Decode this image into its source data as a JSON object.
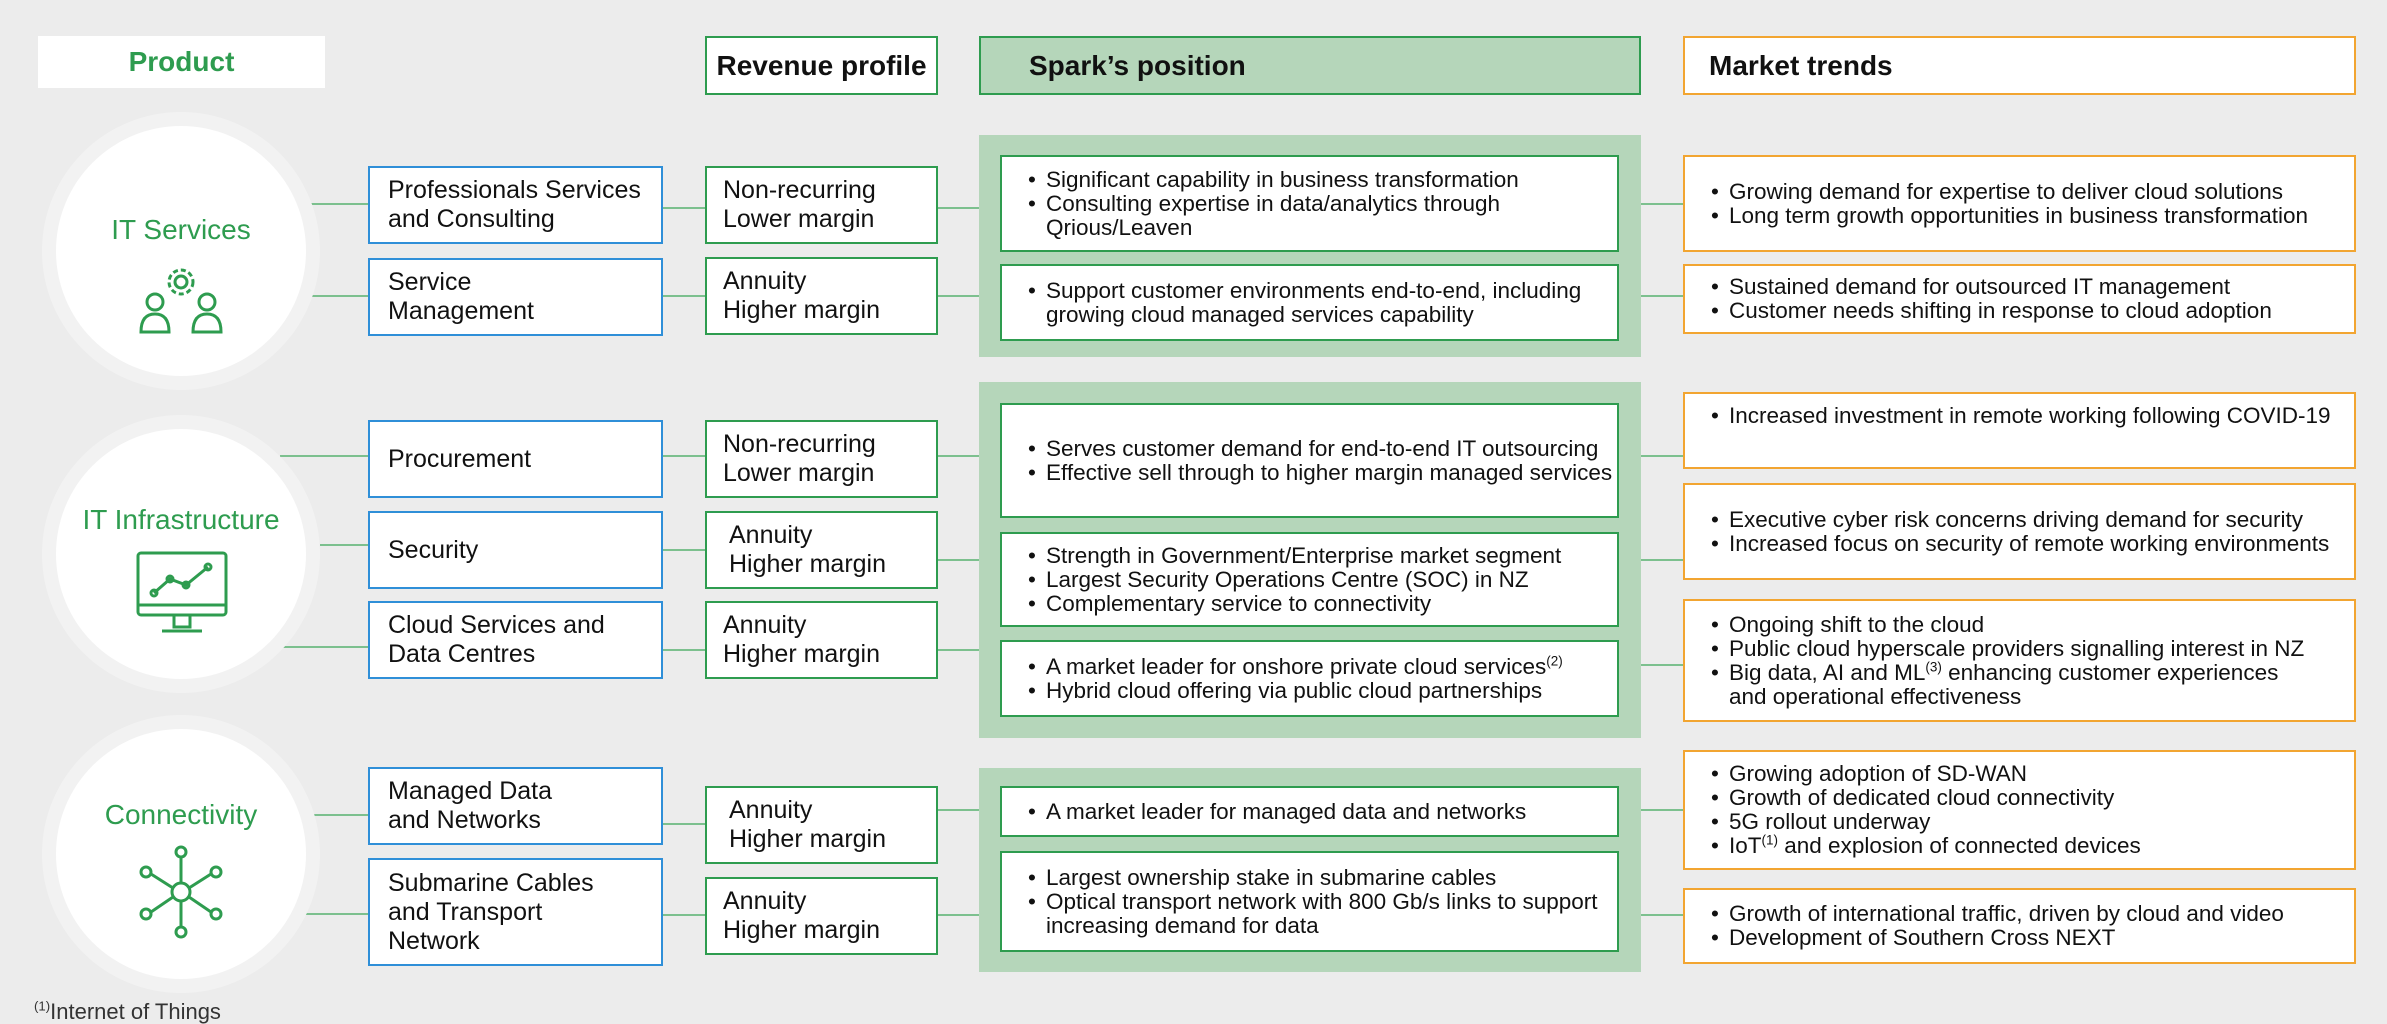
{
  "headers": {
    "product": "Product",
    "revenue": "Revenue profile",
    "position": "Spark’s position",
    "trends": "Market trends"
  },
  "products": [
    {
      "name": "IT Services",
      "icon": "people-gear-icon"
    },
    {
      "name": "IT Infrastructure",
      "icon": "monitor-chart-icon"
    },
    {
      "name": "Connectivity",
      "icon": "network-nodes-icon"
    }
  ],
  "offerings": [
    {
      "line1": "Professionals Services",
      "line2": "and Consulting",
      "line3": "",
      "rev1": "Non-recurring",
      "rev2": "Lower margin"
    },
    {
      "line1": "Service",
      "line2": "Management",
      "line3": "",
      "rev1": "Annuity",
      "rev2": "Higher margin"
    },
    {
      "line1": "Procurement",
      "line2": "",
      "line3": "",
      "rev1": "Non-recurring",
      "rev2": "Lower margin"
    },
    {
      "line1": "Security",
      "line2": "",
      "line3": "",
      "rev1": "Annuity",
      "rev2": "Higher margin"
    },
    {
      "line1": "Cloud Services and",
      "line2": "Data Centres",
      "line3": "",
      "rev1": "Annuity",
      "rev2": "Higher margin"
    },
    {
      "line1": "Managed Data",
      "line2": "and Networks",
      "line3": "",
      "rev1": "Annuity",
      "rev2": "Higher margin"
    },
    {
      "line1": "Submarine Cables",
      "line2": "and Transport",
      "line3": "Network",
      "rev1": "Annuity",
      "rev2": "Higher margin"
    }
  ],
  "positions": [
    [
      "Significant capability in business transformation",
      "Consulting expertise in data/analytics through Qrious/Leaven"
    ],
    [
      "Support customer environments end-to-end, including growing cloud managed services capability"
    ],
    [
      "Serves customer demand for end-to-end IT outsourcing",
      "Effective sell through to higher margin managed services"
    ],
    [
      "Strength in Government/Enterprise market segment",
      "Largest Security Operations Centre (SOC) in NZ",
      "Complementary service to connectivity"
    ],
    [
      "A market leader for onshore private cloud services",
      "Hybrid cloud offering via public cloud partnerships"
    ],
    [
      "A market leader for managed data and networks"
    ],
    [
      "Largest ownership stake in submarine cables",
      "Optical transport network with 800 Gb/s links to support increasing demand for data"
    ]
  ],
  "trends": [
    [
      "Growing demand for expertise to deliver cloud solutions",
      "Long term growth opportunities in business transformation"
    ],
    [
      "Sustained demand for outsourced IT management",
      "Customer needs shifting in response to cloud adoption"
    ],
    [
      "Increased investment in remote working following COVID-19"
    ],
    [
      "Executive cyber risk concerns driving demand for security",
      "Increased focus on security of remote working environments"
    ],
    [
      "Ongoing shift to the cloud",
      "Public cloud hyperscale providers signalling interest in NZ",
      "Big data, AI and ML",
      "and operational effectiveness"
    ],
    [
      "Growing adoption of SD-WAN",
      "Growth of dedicated cloud connectivity",
      "5G rollout underway",
      "IoT",
      " and explosion of connected devices"
    ],
    [
      "Growth of international traffic, driven by cloud and video",
      "Development of Southern Cross NEXT"
    ]
  ],
  "footnotes": {
    "sup2": "(2)",
    "sup3": "(3)",
    "sup1": "(1)",
    "ml_tail": " enhancing customer experiences",
    "footnote1_mark": "(1)",
    "footnote1_text": "Internet of Things"
  },
  "colors": {
    "green": "#2e9c4f",
    "blue": "#2f8fd8",
    "orange": "#f2a531",
    "panel": "#b5d6ba",
    "background": "#ececec"
  }
}
